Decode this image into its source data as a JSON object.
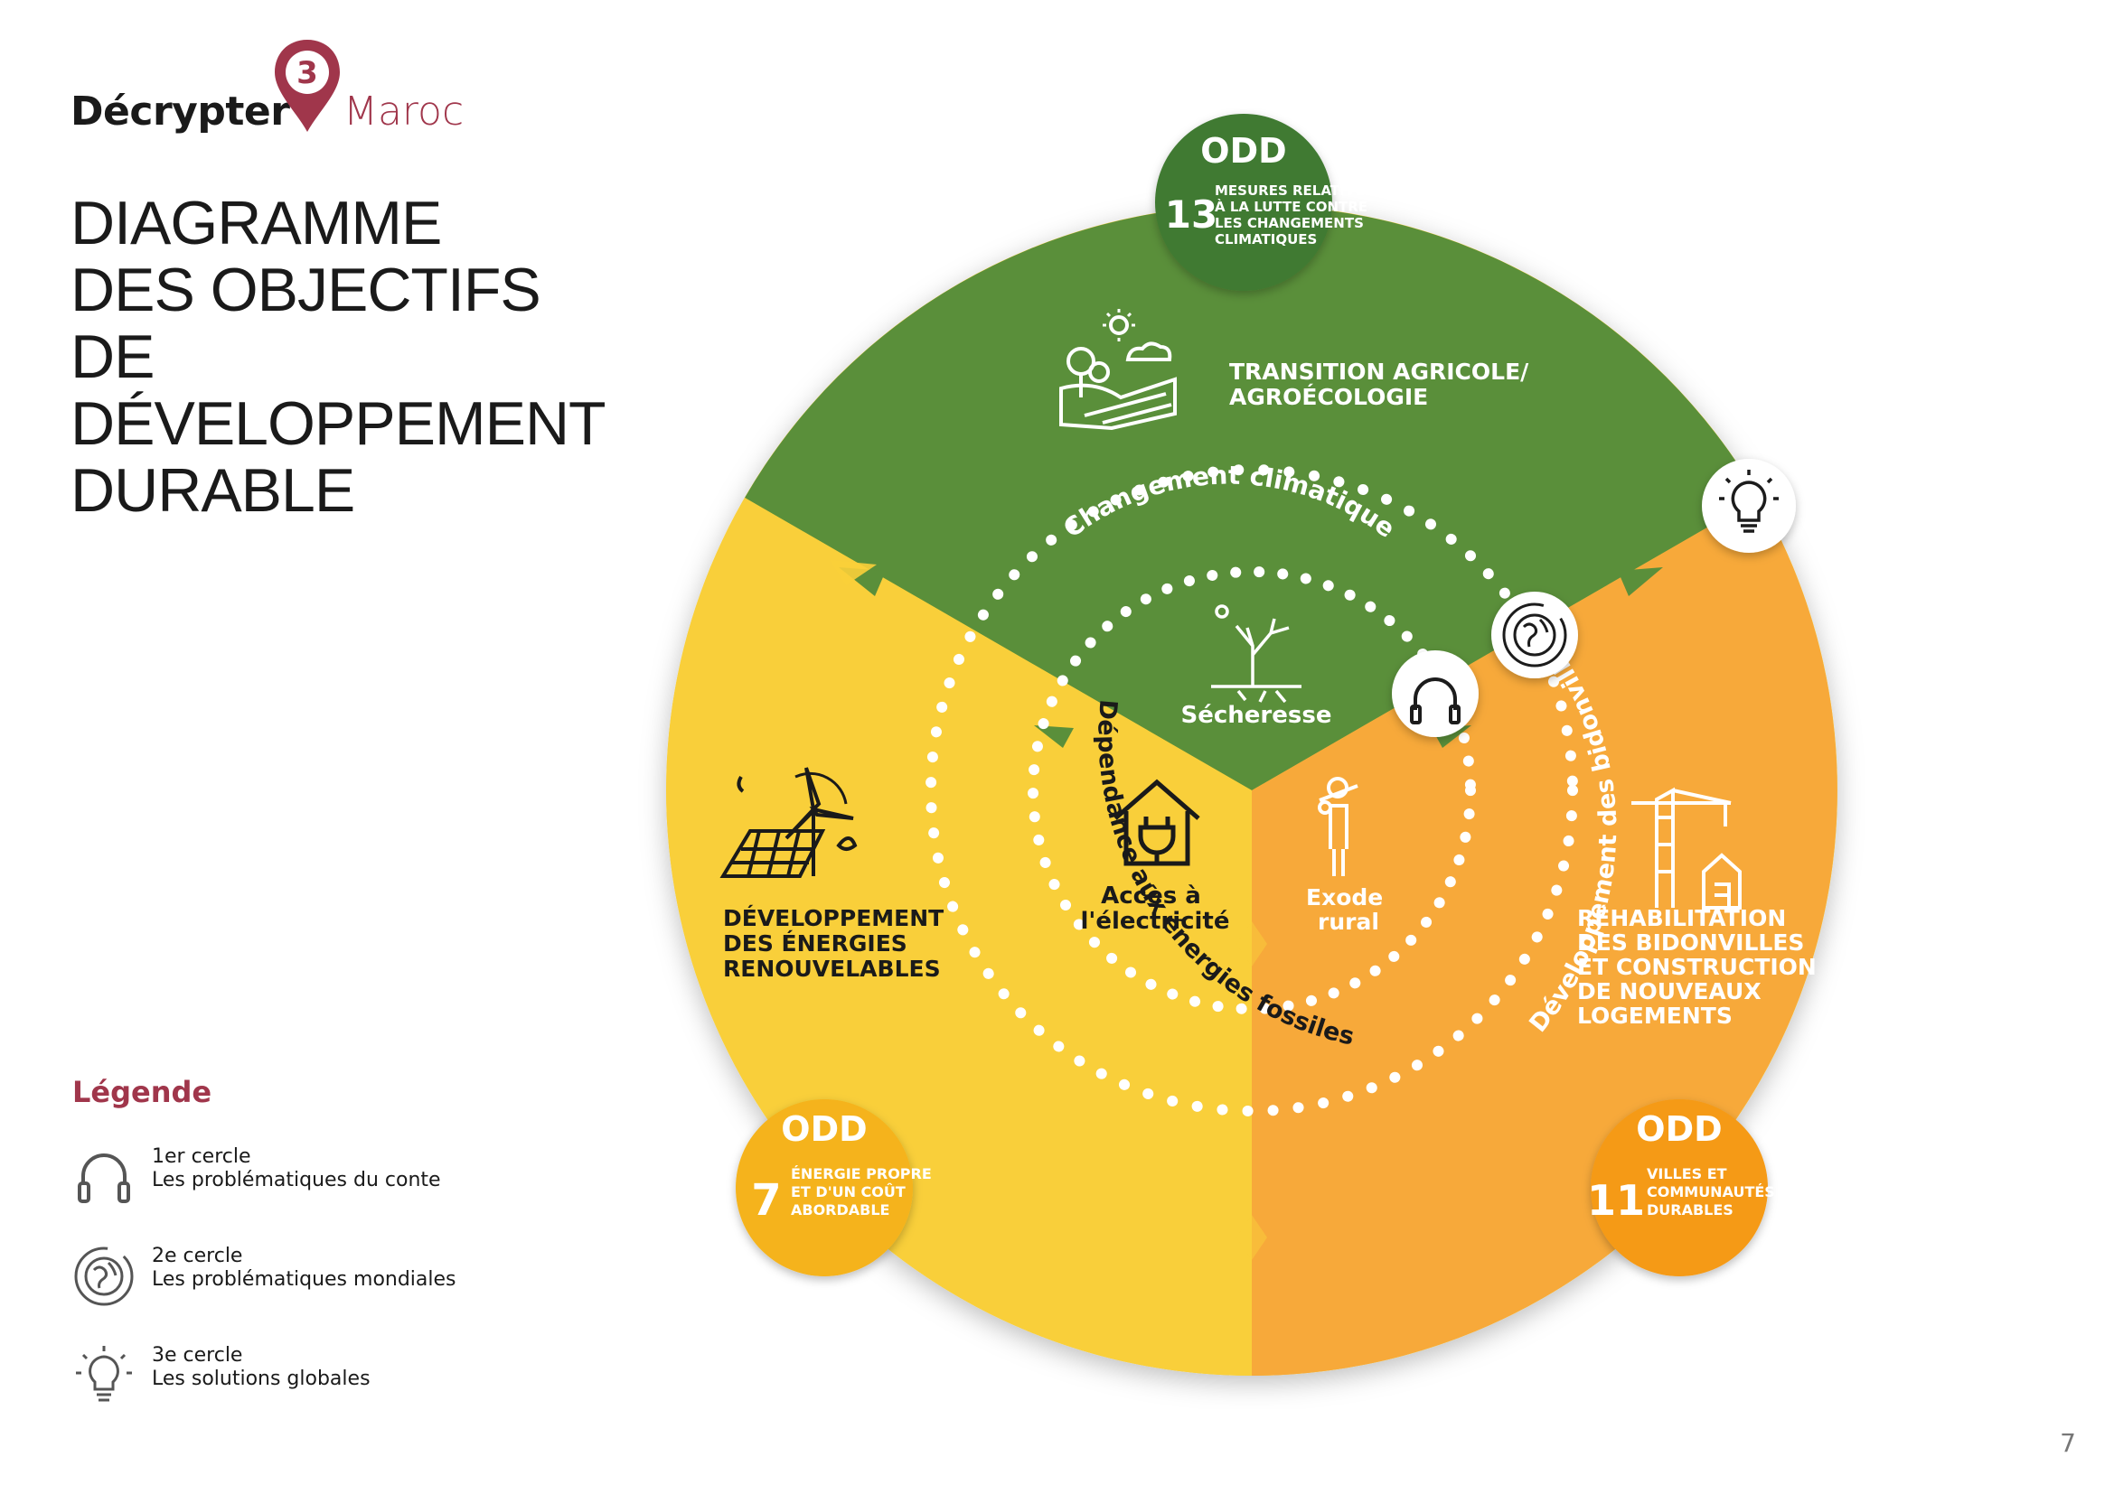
{
  "brand": {
    "name": "Décrypter",
    "number": "3",
    "subtitle": "Maroc"
  },
  "title": {
    "lines": [
      "DIAGRAMME",
      "DES OBJECTIFS DE",
      "DÉVELOPPEMENT",
      "DURABLE"
    ]
  },
  "legend": {
    "heading": "Légende",
    "items": [
      {
        "title": "1er cercle",
        "desc": "Les problématiques du conte",
        "icon": "headphones-icon"
      },
      {
        "title": "2e cercle",
        "desc": "Les problématiques mondiales",
        "icon": "globe-cycle-icon"
      },
      {
        "title": "3e cercle",
        "desc": "Les solutions globales",
        "icon": "lightbulb-icon"
      }
    ]
  },
  "sectors": {
    "green": {
      "color": "#5a8f3a",
      "solution": [
        "TRANSITION AGRICOLE/",
        "AGROÉCOLOGIE"
      ],
      "problem": "Sécheresse",
      "icon": "farm-landscape-icon",
      "problem_icon": "dry-tree-icon"
    },
    "yellow": {
      "color": "#f9cf3a",
      "solution": [
        "DÉVELOPPEMENT",
        "DES ÉNERGIES",
        "RENOUVELABLES"
      ],
      "problem": [
        "Accès à",
        "l'électricité"
      ],
      "icon": "solar-wind-icon",
      "problem_icon": "house-plug-icon"
    },
    "orange": {
      "color": "#f7a93a",
      "solution": [
        "RÉHABILITATION",
        "DES BIDONVILLES",
        "ET CONSTRUCTION",
        "DE NOUVEAUX",
        "LOGEMENTS"
      ],
      "problem": [
        "Exode",
        "rural"
      ],
      "icon": "crane-building-icon",
      "problem_icon": "migrant-icon"
    }
  },
  "rings": {
    "outer_labels": {
      "top": "Changement climatique",
      "left": "Dépendance aux énergies fossiles",
      "right": "Développement des bidonvilles"
    }
  },
  "odd": [
    {
      "label": "ODD",
      "number": "13",
      "text": [
        "MESURES RELATIVES",
        "À LA LUTTE CONTRE",
        "LES CHANGEMENTS",
        "CLIMATIQUES"
      ],
      "color": "#3f7a30"
    },
    {
      "label": "ODD",
      "number": "7",
      "text": [
        "ÉNERGIE PROPRE",
        "ET D'UN COÛT",
        "ABORDABLE"
      ],
      "color": "#f5b31a"
    },
    {
      "label": "ODD",
      "number": "11",
      "text": [
        "VILLES ET",
        "COMMUNAUTÉS",
        "DURABLES"
      ],
      "color": "#f59a15"
    }
  ],
  "page_number": "7"
}
